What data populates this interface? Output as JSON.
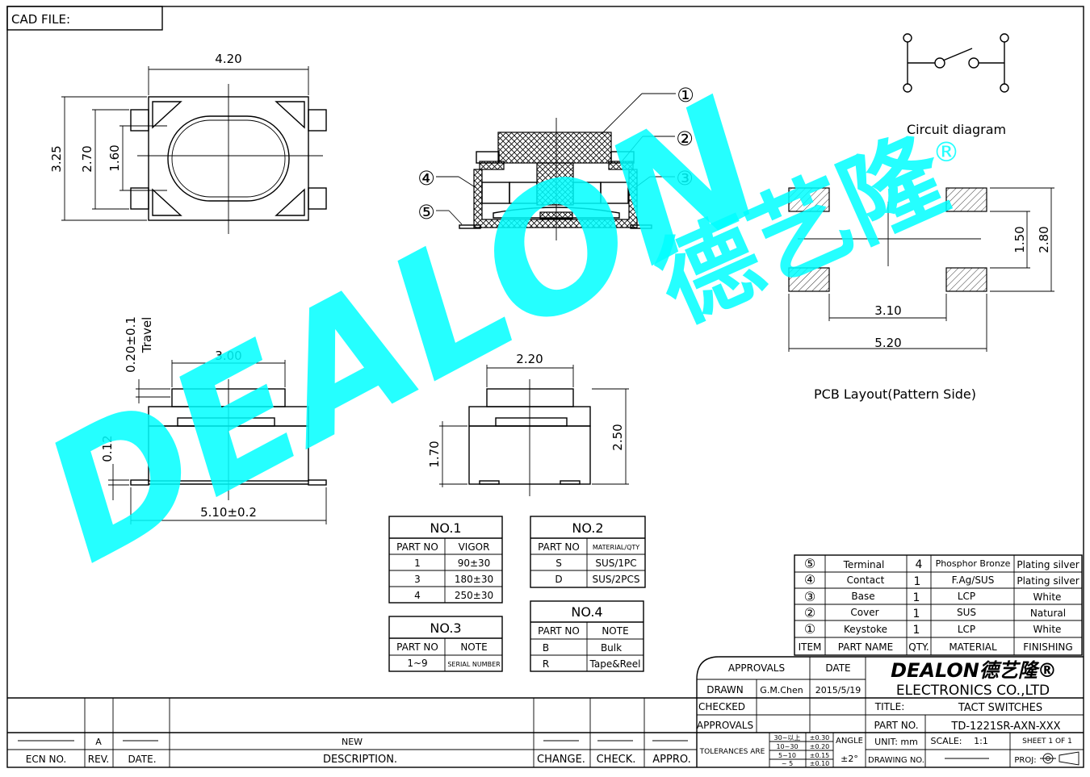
{
  "header": {
    "cad_file": "CAD FILE:"
  },
  "top_view": {
    "width": "4.20",
    "h_outer": "3.25",
    "h_inner": "2.70",
    "h_dome": "1.60"
  },
  "callouts": [
    "①",
    "②",
    "③",
    "④",
    "⑤"
  ],
  "circuit": {
    "label": "Circuit diagram"
  },
  "pcb": {
    "h_outer": "2.80",
    "h_inner": "1.50",
    "w_inner": "3.10",
    "w_outer": "5.20",
    "label": "PCB Layout(Pattern Side)"
  },
  "side_view": {
    "travel": "0.20±0.1",
    "travel_label": "Travel",
    "top_w": "3.00",
    "gap": "0.12",
    "base_w": "5.10±0.2"
  },
  "end_view": {
    "top_w": "2.20",
    "h_base": "1.70",
    "h_total": "2.50"
  },
  "watermark": {
    "latin": "DEALON",
    "cjk": "德艺隆",
    "reg": "®"
  },
  "table_no1": {
    "title": "NO.1",
    "headers": [
      "PART NO",
      "VIGOR"
    ],
    "rows": [
      [
        "1",
        "90±30"
      ],
      [
        "3",
        "180±30"
      ],
      [
        "4",
        "250±30"
      ]
    ]
  },
  "table_no2": {
    "title": "NO.2",
    "headers": [
      "PART NO",
      "MATERIAL/QTY"
    ],
    "rows": [
      [
        "S",
        "SUS/1PC"
      ],
      [
        "D",
        "SUS/2PCS"
      ]
    ]
  },
  "table_no3": {
    "title": "NO.3",
    "headers": [
      "PART NO",
      "NOTE"
    ],
    "rows": [
      [
        "1~9",
        "SERIAL NUMBER"
      ]
    ]
  },
  "table_no4": {
    "title": "NO.4",
    "headers": [
      "PART NO",
      "NOTE"
    ],
    "rows": [
      [
        "B",
        "Bulk"
      ],
      [
        "R",
        "Tape&Reel"
      ]
    ]
  },
  "bom": {
    "rows": [
      [
        "⑤",
        "Terminal",
        "4",
        "Phosphor Bronze",
        "Plating silver"
      ],
      [
        "④",
        "Contact",
        "1",
        "F.Ag/SUS",
        "Plating silver"
      ],
      [
        "③",
        "Base",
        "1",
        "LCP",
        "White"
      ],
      [
        "②",
        "Cover",
        "1",
        "SUS",
        "Natural"
      ],
      [
        "①",
        "Keystoke",
        "1",
        "LCP",
        "White"
      ]
    ],
    "headers": [
      "ITEM",
      "PART NAME",
      "QTY.",
      "MATERIAL",
      "FINISHING"
    ]
  },
  "title_block": {
    "approvals": "APPROVALS",
    "date": "DATE",
    "company_logo": "DEALON德艺隆®",
    "company": "ELECTRONICS CO.,LTD",
    "drawn": "DRAWN",
    "drawn_by": "G.M.Chen",
    "drawn_date": "2015/5/19",
    "checked": "CHECKED",
    "approvals2": "APPROVALS",
    "title_label": "TITLE:",
    "title": "TACT SWITCHES",
    "part_no_label": "PART NO.",
    "part_no": "TD-1221SR-AXN-XXX",
    "tolerances": "TOLERANCES ARE",
    "tol_ranges": [
      "30~以上",
      "10~30",
      "5~10",
      "~ 5"
    ],
    "tol_values": [
      "±0.30",
      "±0.20",
      "±0.15",
      "±0.10"
    ],
    "angle_label": "ANGLE",
    "angle": "±2°",
    "unit": "UNIT: mm",
    "scale_label": "SCALE:",
    "scale": "1:1",
    "sheet": "SHEET 1 OF 1",
    "drawing_no": "DRAWING NO.",
    "proj": "PROJ:"
  },
  "revision": {
    "rev": "A",
    "description": "NEW",
    "headers": [
      "ECN NO.",
      "REV.",
      "DATE.",
      "DESCRIPTION.",
      "CHANGE.",
      "CHECK.",
      "APPRO."
    ]
  }
}
